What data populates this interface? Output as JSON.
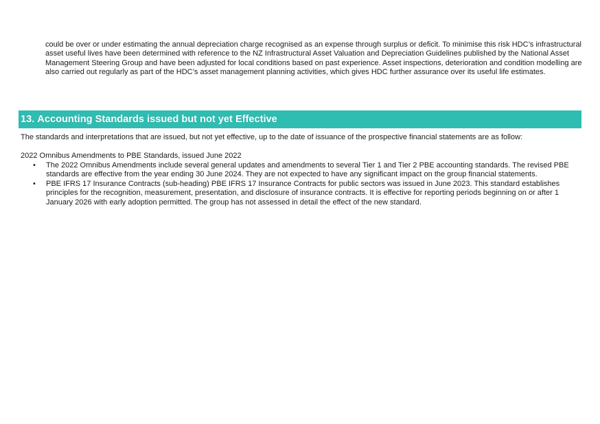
{
  "intro_paragraph": "could be over or under estimating the annual depreciation charge recognised as an expense through surplus or deficit. To minimise this risk HDC’s infrastructural asset useful lives have been determined with reference to the NZ Infrastructural Asset Valuation and Depreciation Guidelines published by the National Asset Management Steering Group and have been adjusted for local conditions based on past experience. Asset inspections, deterioration and condition modelling are also carried out regularly as part of the HDC’s asset management planning activities, which gives HDC further assurance over its useful life estimates.",
  "section": {
    "number": "13.",
    "title": "Accounting Standards issued but not yet Effective",
    "bar_color": "#2fbcb1",
    "lead": "The standards and interpretations that are issued, but not yet effective, up to the date of issuance of the prospective financial statements are as follow:",
    "subheading": "2022 Omnibus Amendments to PBE Standards, issued June 2022",
    "bullet_glyph": "•",
    "bullets": [
      "The 2022 Omnibus Amendments include several general updates and amendments to several Tier 1 and Tier 2 PBE accounting standards. The revised PBE standards are effective from the year ending 30 June 2024. They are not expected to have any significant impact on the group financial statements.",
      "PBE IFRS 17 Insurance Contracts (sub-heading) PBE IFRS 17 Insurance Contracts for public sectors was issued in June 2023. This standard establishes principles for the recognition, measurement, presentation, and disclosure of insurance contracts. It is effective for reporting periods beginning on or after 1 January 2026 with early adoption permitted. The group has not assessed in detail the effect of the new standard."
    ]
  }
}
